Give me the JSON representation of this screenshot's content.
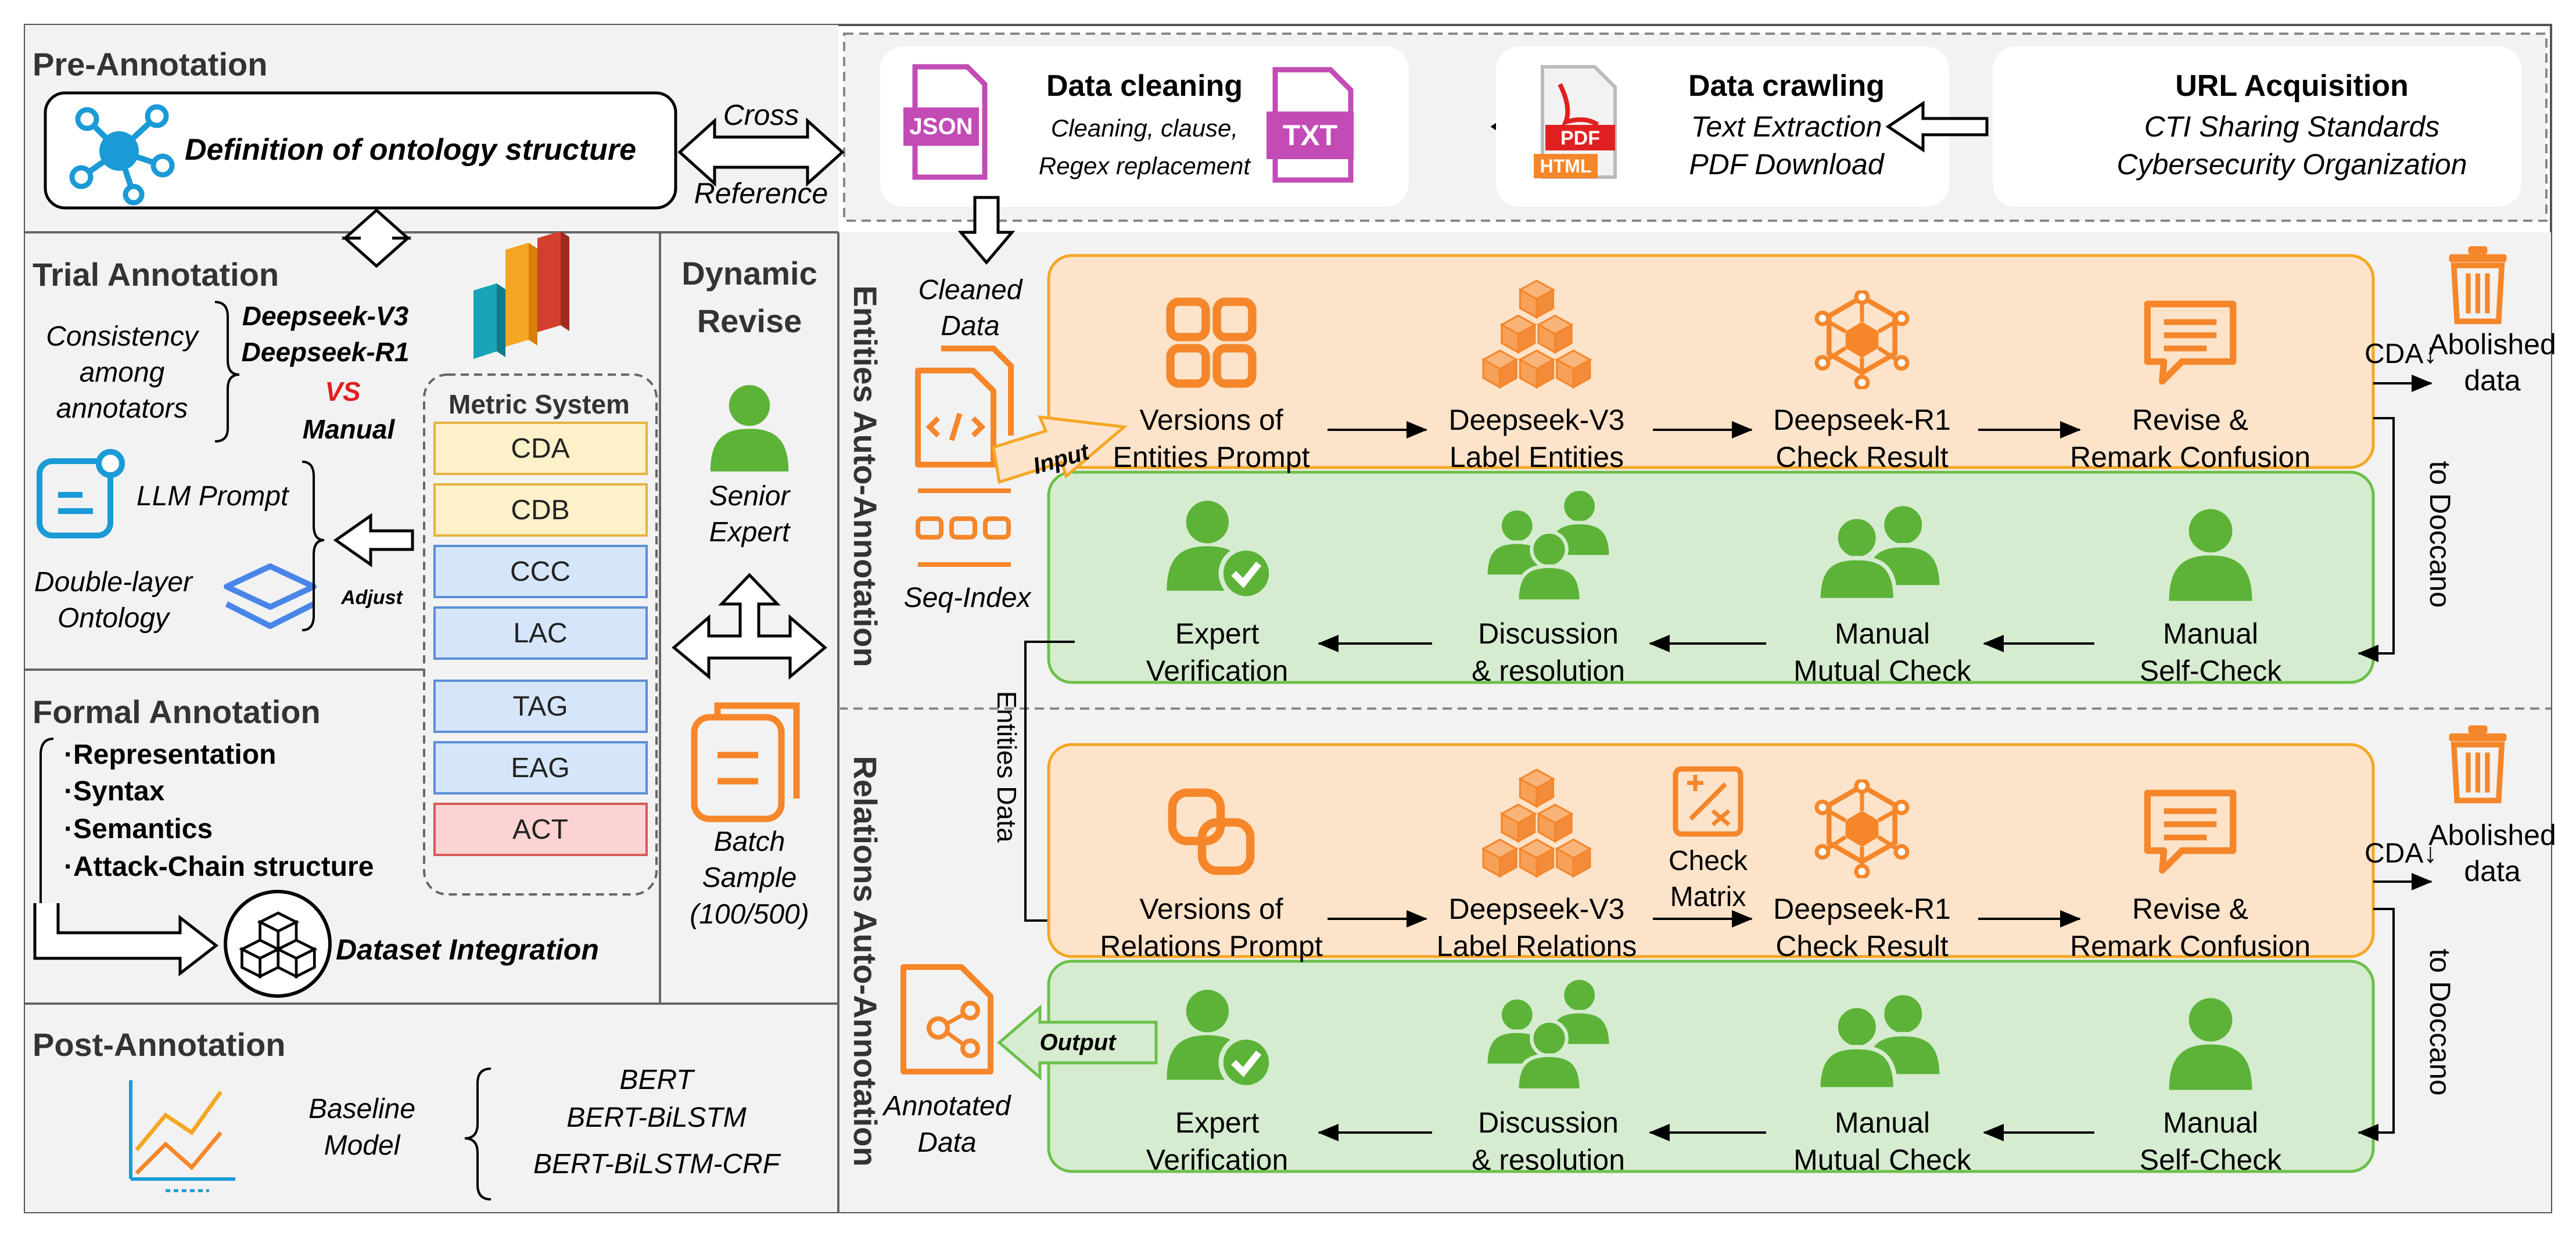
{
  "sections": {
    "pre": "Pre-Annotation",
    "trial": "Trial Annotation",
    "formal": "Formal Annotation",
    "post": "Post-Annotation",
    "dynamic": [
      "Dynamic",
      "Revise"
    ],
    "entities_auto": "Entities Auto-Annotation",
    "relations_auto": "Relations Auto-Annotation"
  },
  "pre": {
    "ontology": "Definition of ontology structure",
    "cross": "Cross",
    "reference": "Reference"
  },
  "acquisition": {
    "cleaning": {
      "title": "Data cleaning",
      "lines": [
        "Cleaning, clause,",
        "Regex replacement"
      ],
      "json": "JSON",
      "txt": "TXT"
    },
    "crawling": {
      "title": "Data crawling",
      "lines": [
        "Text Extraction",
        "PDF Download"
      ],
      "pdf": "PDF",
      "html": "HTML"
    },
    "url": {
      "title": "URL Acquisition",
      "lines": [
        "CTI Sharing Standards",
        "Cybersecurity Organization"
      ]
    }
  },
  "trial": {
    "consistency": [
      "Consistency",
      "among",
      "annotators"
    ],
    "models": [
      "Deepseek-V3",
      "Deepseek-R1"
    ],
    "vs": "VS",
    "manual": "Manual",
    "llm_prompt": "LLM Prompt",
    "double_layer": [
      "Double-layer",
      "Ontology"
    ],
    "adjust": "Adjust"
  },
  "metrics": {
    "title": "Metric System",
    "items": [
      "CDA",
      "CDB",
      "CCC",
      "LAC",
      "TAG",
      "EAG",
      "ACT"
    ],
    "colors": [
      "#fdf1c9",
      "#fdf1c9",
      "#d6e6fa",
      "#d6e6fa",
      "#d6e6fa",
      "#d6e6fa",
      "#fbd3d3"
    ]
  },
  "formal": {
    "items": [
      "·Representation",
      "·Syntax",
      "·Semantics",
      "·Attack-Chain structure"
    ],
    "integration": "Dataset Integration"
  },
  "post": {
    "baseline": [
      "Baseline",
      "Model"
    ],
    "models": [
      "BERT",
      "BERT-BiLSTM",
      "BERT-BiLSTM-CRF"
    ]
  },
  "dynamic": {
    "expert": [
      "Senior",
      "Expert"
    ],
    "batch": [
      "Batch",
      "Sample",
      "(100/500)"
    ]
  },
  "side": {
    "cleaned": [
      "Cleaned",
      "Data"
    ],
    "seq_index": "Seq-Index",
    "input": "Input",
    "entities_data": "Entities Data",
    "output": "Output",
    "annotated": [
      "Annotated",
      "Data"
    ]
  },
  "entities": {
    "orange": [
      {
        "icon": "grid-icon",
        "lines": [
          "Versions of",
          "Entities Prompt"
        ]
      },
      {
        "icon": "cubes-icon",
        "lines": [
          "Deepseek-V3",
          "Label Entities"
        ]
      },
      {
        "icon": "network-icon",
        "lines": [
          "Deepseek-R1",
          "Check Result"
        ]
      },
      {
        "icon": "chat-icon",
        "lines": [
          "Revise &",
          "Remark Confusion"
        ]
      }
    ],
    "green": [
      {
        "icon": "expert-check-icon",
        "lines": [
          "Expert",
          "Verification"
        ]
      },
      {
        "icon": "group-icon",
        "lines": [
          "Discussion",
          "& resolution"
        ]
      },
      {
        "icon": "pair-icon",
        "lines": [
          "Manual",
          "Mutual Check"
        ]
      },
      {
        "icon": "person-icon",
        "lines": [
          "Manual",
          "Self-Check"
        ]
      }
    ],
    "cda": "CDA↓",
    "abolished": [
      "Abolished",
      "data"
    ],
    "to_doccano": "to Doccano"
  },
  "relations": {
    "orange": [
      {
        "icon": "link-icon",
        "lines": [
          "Versions of",
          "Relations Prompt"
        ]
      },
      {
        "icon": "cubes-icon",
        "lines": [
          "Deepseek-V3",
          "Label Relations"
        ]
      },
      {
        "icon": "network-icon",
        "lines": [
          "Deepseek-R1",
          "Check Result"
        ]
      },
      {
        "icon": "chat-icon",
        "lines": [
          "Revise &",
          "Remark Confusion"
        ]
      }
    ],
    "check_matrix": [
      "Check",
      "Matrix"
    ],
    "green": [
      {
        "icon": "expert-check-icon",
        "lines": [
          "Expert",
          "Verification"
        ]
      },
      {
        "icon": "group-icon",
        "lines": [
          "Discussion",
          "& resolution"
        ]
      },
      {
        "icon": "pair-icon",
        "lines": [
          "Manual",
          "Mutual Check"
        ]
      },
      {
        "icon": "person-icon",
        "lines": [
          "Manual",
          "Self-Check"
        ]
      }
    ],
    "cda": "CDA↓",
    "abolished": [
      "Abolished",
      "data"
    ],
    "to_doccano": "to Doccano"
  },
  "colors": {
    "orange": "#f5862a",
    "green": "#5cb338",
    "blue": "#1a9ad6",
    "red": "#e02020",
    "orange_fill": "#fde3c9",
    "green_fill": "#d6ecd0"
  }
}
